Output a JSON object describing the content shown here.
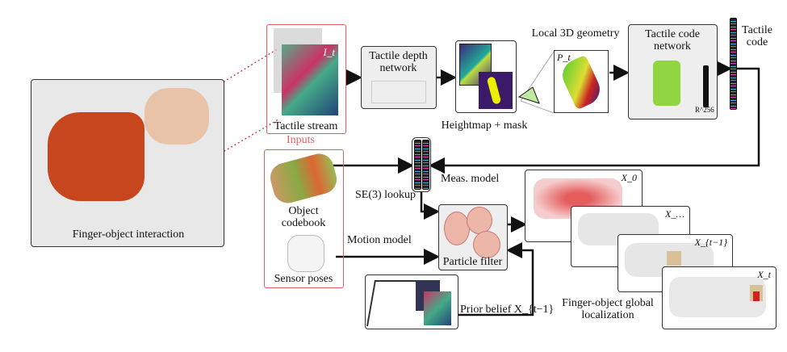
{
  "left_panel": {
    "caption": "Finger-object interaction"
  },
  "inputs": {
    "title": "Inputs",
    "tactile_stream": "Tactile stream",
    "image_label": "I_t",
    "object_codebook": "Object\ncodebook",
    "sensor_poses": "Sensor poses"
  },
  "pipeline": {
    "depth_network": "Tactile depth\nnetwork",
    "heightmap": "Heightmap + mask",
    "local_geometry": "Local 3D geometry",
    "point_label": "P_t",
    "code_network": "Tactile code\nnetwork",
    "code_dim": "R^256",
    "tactile_code": "Tactile\ncode"
  },
  "filter": {
    "meas_model": "Meas. model",
    "se3_lookup": "SE(3) lookup",
    "motion_model": "Motion model",
    "particle_filter": "Particle filter",
    "prior_belief": "Prior belief X_{t−1}"
  },
  "localization": {
    "caption": "Finger-object global\nlocalization",
    "frames": [
      "X_0",
      "X_…",
      "X_{t−1}",
      "X_t"
    ]
  },
  "colors": {
    "input_red": "#e06060",
    "arrow": "#111111",
    "point_red": "#d02020",
    "green": "#8fd640"
  }
}
